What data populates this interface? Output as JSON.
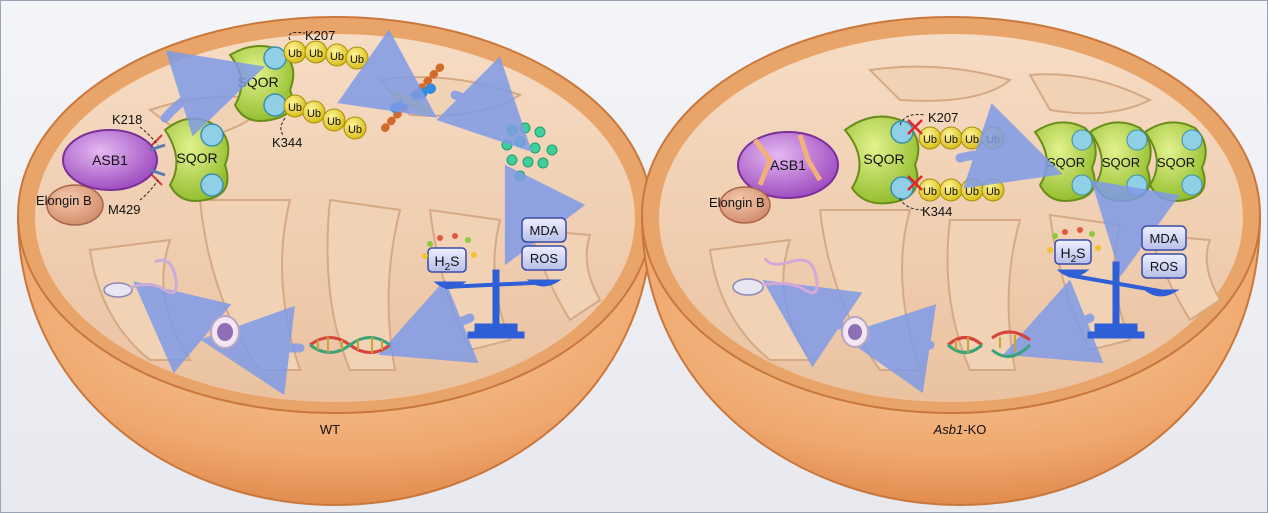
{
  "panels": {
    "wt": {
      "caption": "WT",
      "asb1": "ASB1",
      "elongin": "Elongin B",
      "sqor_bound": "SQOR",
      "sqor_ub": "SQOR",
      "k218": "K218",
      "m429": "M429",
      "k207": "K207",
      "k344": "K344",
      "ub": "Ub",
      "h2s_main": "H",
      "h2s_sub": "2",
      "h2s_end": "S",
      "mda": "MDA",
      "ros": "ROS"
    },
    "ko": {
      "caption_italic": "Asb1",
      "caption_rest": "-KO",
      "asb1": "ASB1",
      "elongin": "Elongin B",
      "sqor_main": "SQOR",
      "sqor_acc": [
        "SQOR",
        "SQOR",
        "SQOR"
      ],
      "k207": "K207",
      "k344": "K344",
      "ub": "Ub",
      "h2s_main": "H",
      "h2s_sub": "2",
      "h2s_end": "S",
      "mda": "MDA",
      "ros": "ROS"
    }
  },
  "colors": {
    "bowl": "#f2b07a",
    "bowl_dark": "#d9803f",
    "cristae": "#e9c6a6",
    "asb1": "#b76bd1",
    "sqor": "#b8d84f",
    "ub": "#f2dd2a",
    "arrow": "#7f9be8",
    "scale": "#2f5fd6",
    "glow_bead": "#3fcf9a"
  },
  "icons": [
    "mitochondria-bowl",
    "cristae-pattern",
    "dna-helix-icon",
    "cell-icon",
    "sperm-icon",
    "balance-scale-icon",
    "polysulfide-chain-icon",
    "metabolite-dots-icon",
    "inhibition-x-icon"
  ]
}
